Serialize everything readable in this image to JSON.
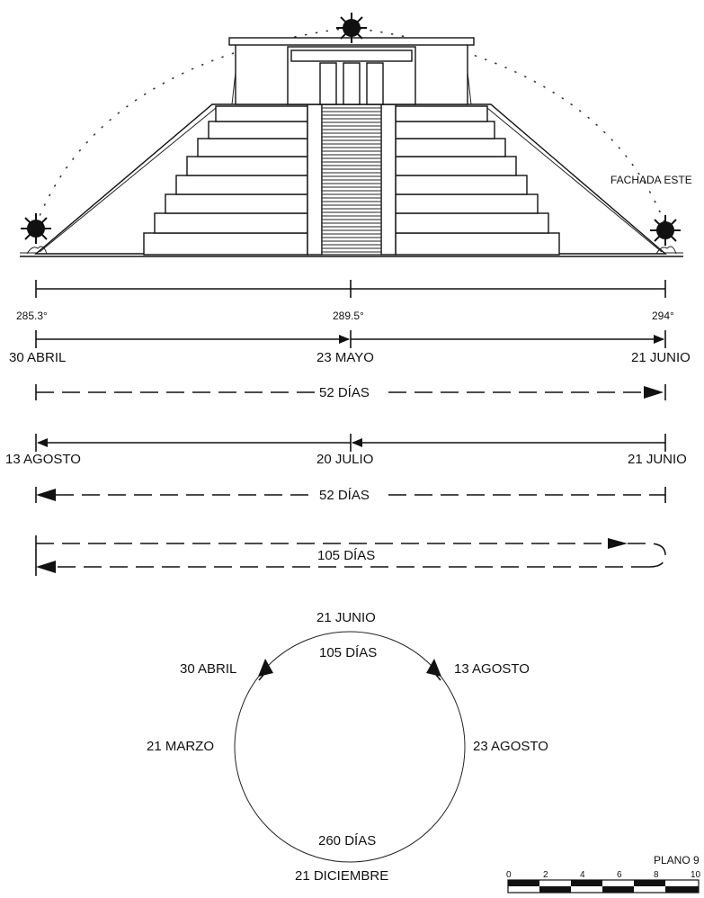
{
  "facade_label": "FACHADA ESTE",
  "angles": {
    "left": "285.3°",
    "center": "289.5°",
    "right": "294°"
  },
  "row1": {
    "left": "30 ABRIL",
    "center": "23 MAYO",
    "right": "21 JUNIO",
    "span": "52 DÍAS"
  },
  "row2": {
    "left": "13 AGOSTO",
    "center": "20 JULIO",
    "right": "21 JUNIO",
    "span": "52 DÍAS"
  },
  "row3": {
    "span": "105 DÍAS"
  },
  "cycle": {
    "top": "21 JUNIO",
    "top_days": "105 DÍAS",
    "upper_left": "30 ABRIL",
    "upper_right": "13 AGOSTO",
    "left": "21 MARZO",
    "right": "23 AGOSTO",
    "bottom_days": "260 DÍAS",
    "bottom": "21 DICIEMBRE"
  },
  "plan_label": "PLANO 9",
  "scale_ticks": [
    "0",
    "2",
    "4",
    "6",
    "8",
    "10"
  ]
}
